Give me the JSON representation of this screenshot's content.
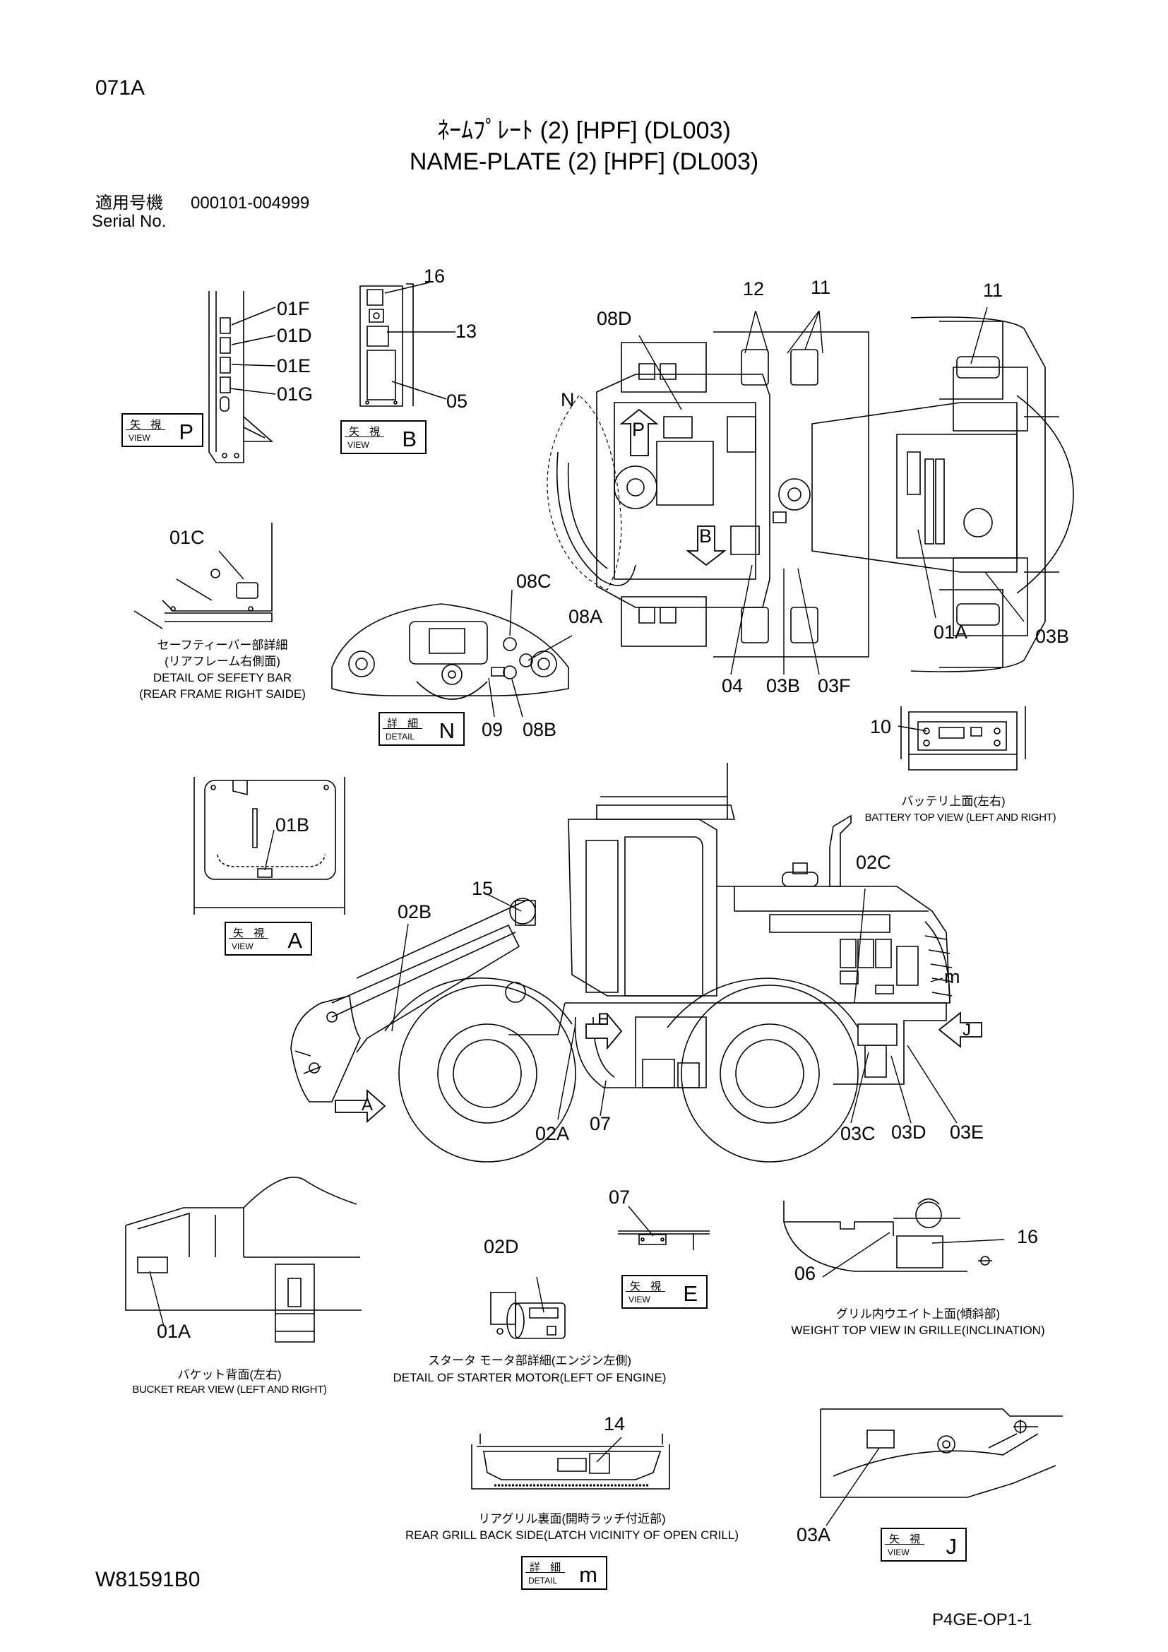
{
  "header": {
    "page_code": "071A",
    "title_jp": "ﾈｰﾑﾌﾟﾚｰﾄ (2) [HPF] (DL003)",
    "title_en": "NAME-PLATE (2) [HPF] (DL003)",
    "serial_label_jp": "適用号機",
    "serial_range": "000101-004999",
    "serial_label_en": "Serial  No."
  },
  "footer": {
    "drawing_no": "W81591B0",
    "page_ref": "P4GE-OP1-1"
  },
  "view_tags": [
    {
      "id": "view-P",
      "kind_jp": "矢 視",
      "kind_en": "VIEW",
      "letter": "P"
    },
    {
      "id": "view-B",
      "kind_jp": "矢 視",
      "kind_en": "VIEW",
      "letter": "B"
    },
    {
      "id": "detail-N",
      "kind_jp": "詳 細",
      "kind_en": "DETAIL",
      "letter": "N"
    },
    {
      "id": "view-A",
      "kind_jp": "矢 視",
      "kind_en": "VIEW",
      "letter": "A"
    },
    {
      "id": "view-E",
      "kind_jp": "矢 視",
      "kind_en": "VIEW",
      "letter": "E"
    },
    {
      "id": "detail-m",
      "kind_jp": "詳 細",
      "kind_en": "DETAIL",
      "letter": "m"
    },
    {
      "id": "view-J",
      "kind_jp": "矢 視",
      "kind_en": "VIEW",
      "letter": "J"
    }
  ],
  "captions": {
    "safety_bar_jp": "セーフティーバー部詳細",
    "safety_bar_jp2": "(リアフレーム右側面)",
    "safety_bar_en": "DETAIL OF SEFETY BAR",
    "safety_bar_en2": "(REAR FRAME RIGHT SAIDE)",
    "battery_jp": "バッテリ上面(左右)",
    "battery_en": "BATTERY TOP VIEW (LEFT AND RIGHT)",
    "bucket_jp": "バケット背面(左右)",
    "bucket_en": "BUCKET REAR VIEW (LEFT AND RIGHT)",
    "starter_jp": "スタータ モータ部詳細(エンジン左側)",
    "starter_en": "DETAIL OF STARTER MOTOR(LEFT OF ENGINE)",
    "weight_jp": "グリル内ウエイト上面(傾斜部)",
    "weight_en": "WEIGHT TOP VIEW IN GRILLE(INCLINATION)",
    "grill_jp": "リアグリル裏面(開時ラッチ付近部)",
    "grill_en": "REAR GRILL BACK SIDE(LATCH VICINITY OF OPEN CRILL)"
  },
  "callouts": {
    "c01F": "01F",
    "c01D": "01D",
    "c01E": "01E",
    "c01G": "01G",
    "c16a": "16",
    "c13": "13",
    "c05": "05",
    "c08D": "08D",
    "c12": "12",
    "c11a": "11",
    "c11b": "11",
    "cN": "N",
    "c01C": "01C",
    "c08C": "08C",
    "c08A": "08A",
    "c09": "09",
    "c08B": "08B",
    "c04": "04",
    "c03Ba": "03B",
    "c03F": "03F",
    "c01Aa": "01A",
    "c03Bb": "03B",
    "c10": "10",
    "c01B": "01B",
    "c15": "15",
    "c02B": "02B",
    "c02C": "02C",
    "cm": "m",
    "c02A": "02A",
    "c07a": "07",
    "c03C": "03C",
    "c03D": "03D",
    "c03E": "03E",
    "c07b": "07",
    "c02D": "02D",
    "c16b": "16",
    "c06": "06",
    "c01Ab": "01A",
    "c14": "14",
    "c03A": "03A",
    "arrowP": "P",
    "arrowB": "B",
    "arrowE": "E",
    "arrowA": "A",
    "arrowJ": "J"
  }
}
